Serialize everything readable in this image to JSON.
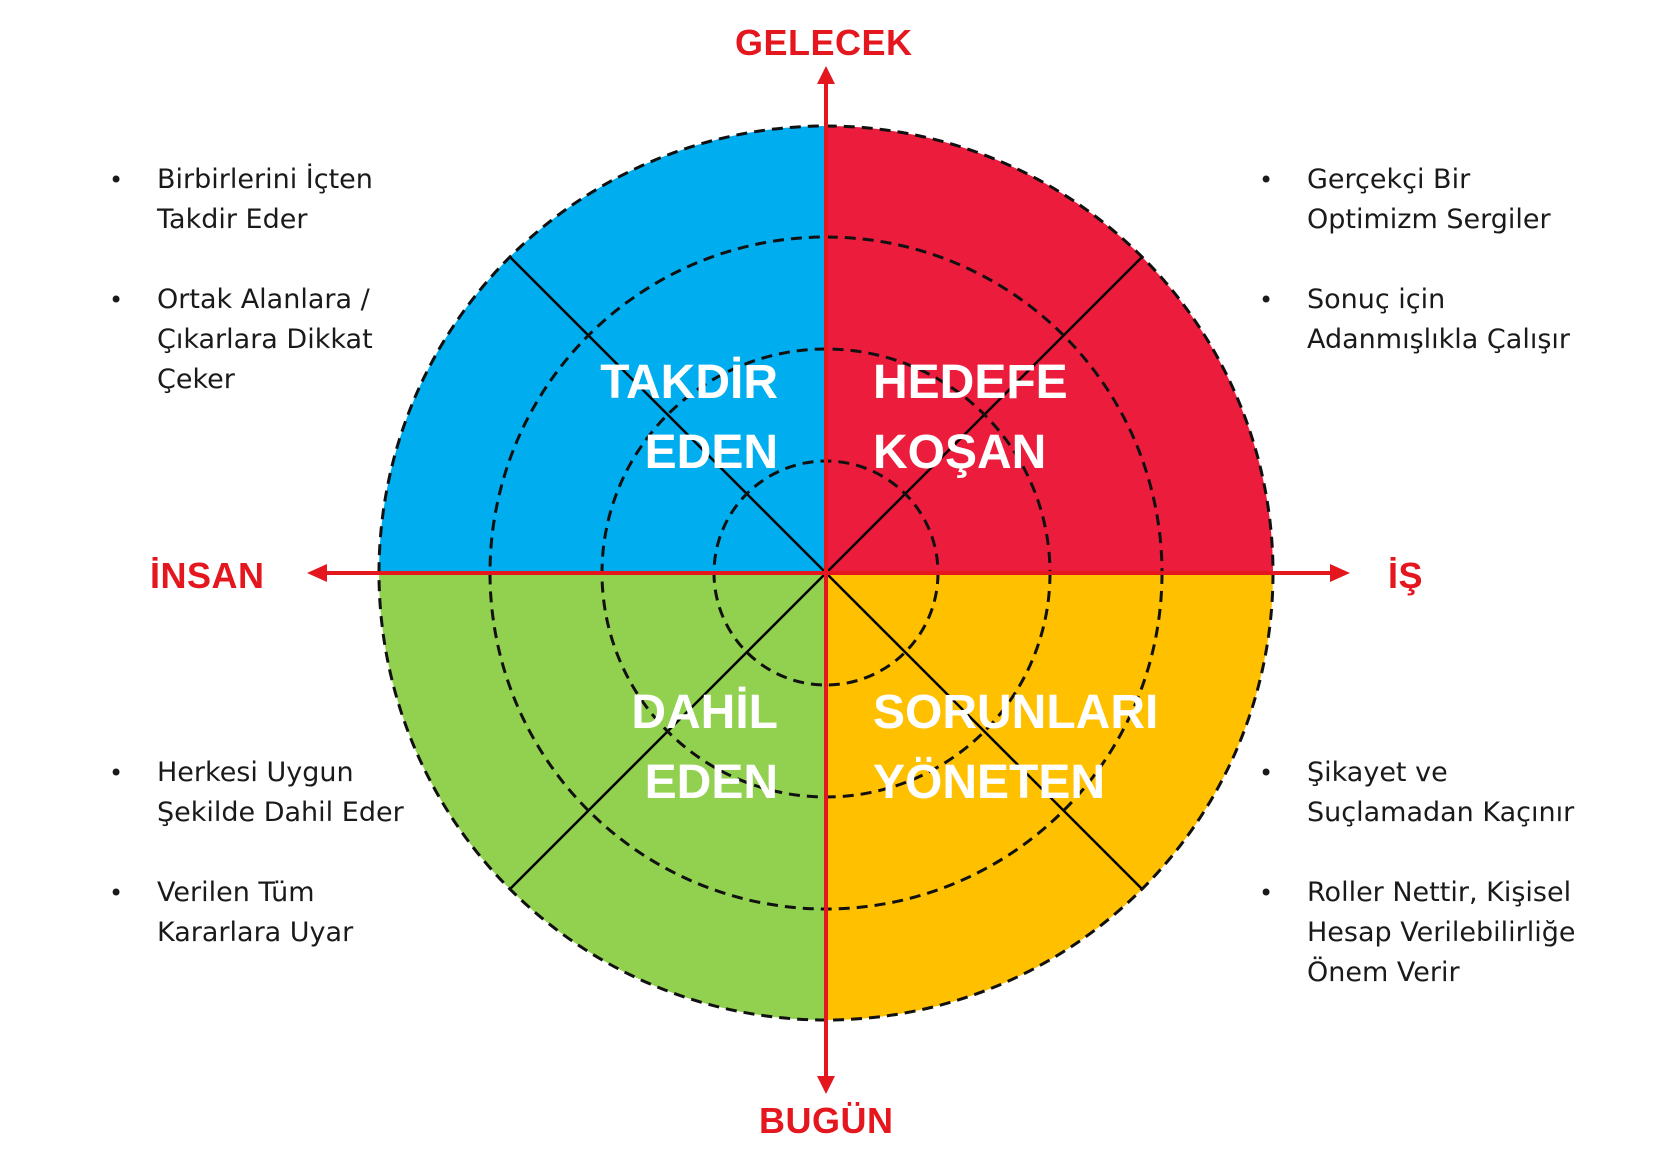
{
  "axes": {
    "top": "GELECEK",
    "bottom": "BUGÜN",
    "left": "İNSAN",
    "right": "İŞ"
  },
  "quadrants": {
    "top_left": {
      "title_lines": [
        "TAKDİR",
        "EDEN"
      ],
      "color": "#00aeef",
      "bullets": [
        {
          "lines": [
            "Birbirlerini İçten",
            "Takdir Eder"
          ]
        },
        {
          "lines": [
            "Ortak Alanlara /",
            "Çıkarlara Dikkat",
            "Çeker"
          ]
        }
      ]
    },
    "top_right": {
      "title_lines": [
        "HEDEFE",
        "KOŞAN"
      ],
      "color": "#ec1c3c",
      "bullets": [
        {
          "lines": [
            "Gerçekçi Bir",
            "Optimizm Sergiler"
          ]
        },
        {
          "lines": [
            "Sonuç için",
            "Adanmışlıkla Çalışır"
          ]
        }
      ]
    },
    "bottom_left": {
      "title_lines": [
        "DAHİL",
        "EDEN"
      ],
      "color": "#92d050",
      "bullets": [
        {
          "lines": [
            "Herkesi Uygun",
            "Şekilde Dahil Eder"
          ]
        },
        {
          "lines": [
            "Verilen Tüm",
            "Kararlara Uyar"
          ]
        }
      ]
    },
    "bottom_right": {
      "title_lines": [
        "SORUNLARI",
        "YÖNETEN"
      ],
      "color": "#ffc000",
      "bullets": [
        {
          "lines": [
            "Şikayet ve",
            "Suçlamadan Kaçınır"
          ]
        },
        {
          "lines": [
            "Roller Nettir, Kişisel",
            "Hesap Verilebilirliğe",
            "Önem Verir"
          ]
        }
      ]
    }
  },
  "colors": {
    "axis": "#e4161e",
    "title_text": "#ffffff",
    "ring_stroke": "#111111"
  }
}
